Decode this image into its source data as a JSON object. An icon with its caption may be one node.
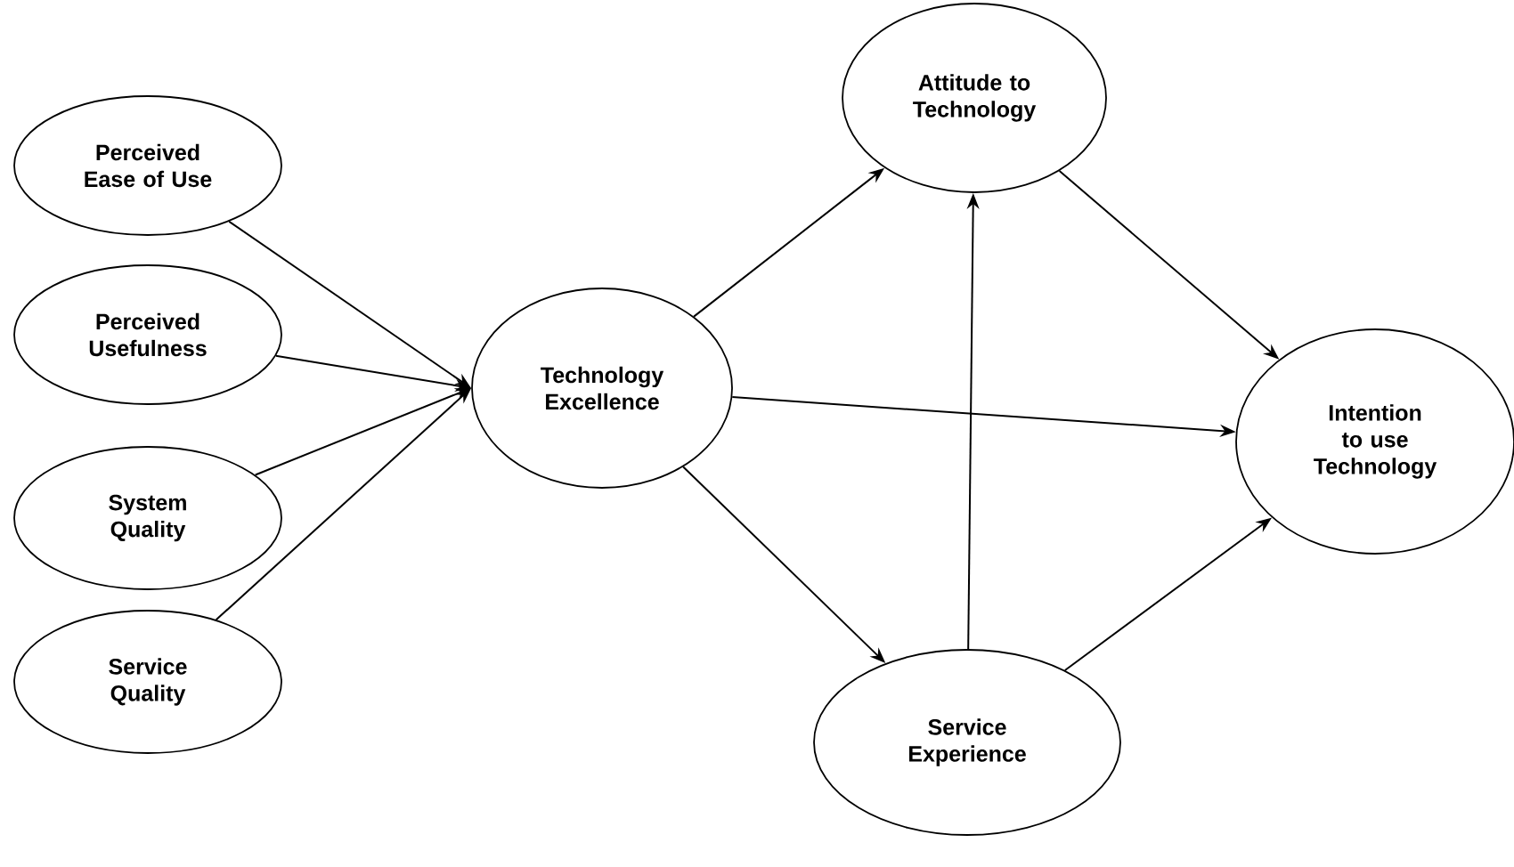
{
  "diagram": {
    "nodes": [
      {
        "text": [
          "Perceived Ease of Use"
        ]
      },
      {
        "text": [
          "Perceived Usefulness"
        ]
      },
      {
        "text": [
          "System Quality"
        ]
      },
      {
        "text": [
          "Service Quality"
        ]
      },
      {
        "text": [
          "Technology Excellence"
        ]
      },
      {
        "text": [
          "Attitude to Technology"
        ]
      },
      {
        "text": [
          "Intention to use Technology"
        ]
      },
      {
        "text": [
          "Service Experience"
        ]
      }
    ],
    "edges": [
      {
        "from": 0,
        "to": 4,
        "arrow": "to"
      },
      {
        "from": 1,
        "to": 4,
        "arrow": "to"
      },
      {
        "from": 2,
        "to": 4,
        "arrow": "to"
      },
      {
        "from": 3,
        "to": 4,
        "arrow": "to"
      },
      {
        "from": 4,
        "to": 5,
        "arrow": "to"
      },
      {
        "from": 4,
        "to": 6,
        "arrow": "to"
      },
      {
        "from": 4,
        "to": 7,
        "arrow": "to"
      },
      {
        "from": 7,
        "to": 5,
        "arrow": "to"
      },
      {
        "from": 5,
        "to": 6,
        "arrow": "to"
      },
      {
        "from": 7,
        "to": 6,
        "arrow": "to"
      }
    ]
  }
}
